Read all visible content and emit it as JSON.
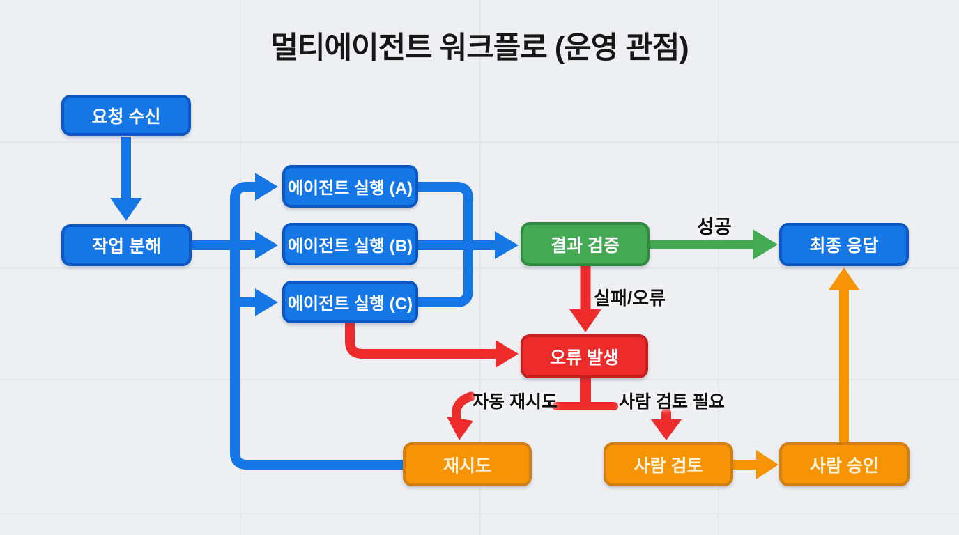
{
  "title": "멀티에이전트 워크플로 (운영 관점)",
  "nodes": {
    "request": {
      "label": "요청 수신",
      "color": "#1577e6"
    },
    "decompose": {
      "label": "작업 분해",
      "color": "#1577e6"
    },
    "agent_a": {
      "label": "에이전트 실행 (A)",
      "color": "#1577e6"
    },
    "agent_b": {
      "label": "에이전트 실행 (B)",
      "color": "#1577e6"
    },
    "agent_c": {
      "label": "에이전트 실행 (C)",
      "color": "#1577e6"
    },
    "validate": {
      "label": "결과 검증",
      "color": "#43a952"
    },
    "final": {
      "label": "최종 응답",
      "color": "#1577e6"
    },
    "error": {
      "label": "오류 발생",
      "color": "#ee2b2b"
    },
    "retry": {
      "label": "재시도",
      "color": "#f79405"
    },
    "review": {
      "label": "사람 검토",
      "color": "#f79405"
    },
    "approve": {
      "label": "사람 승인",
      "color": "#f79405"
    }
  },
  "edge_labels": {
    "success": "성공",
    "fail": "실패/오류",
    "auto_retry": "자동 재시도",
    "human_review": "사람 검토 필요"
  },
  "edges": [
    {
      "from": "요청 수신",
      "to": "작업 분해",
      "color": "blue"
    },
    {
      "from": "작업 분해",
      "to": "에이전트 실행 (A)",
      "color": "blue"
    },
    {
      "from": "작업 분해",
      "to": "에이전트 실행 (B)",
      "color": "blue"
    },
    {
      "from": "작업 분해",
      "to": "에이전트 실행 (C)",
      "color": "blue"
    },
    {
      "from": "에이전트 실행 (A)",
      "to": "결과 검증",
      "color": "blue"
    },
    {
      "from": "에이전트 실행 (B)",
      "to": "결과 검증",
      "color": "blue"
    },
    {
      "from": "에이전트 실행 (C)",
      "to": "결과 검증",
      "color": "blue"
    },
    {
      "from": "에이전트 실행 (C)",
      "to": "오류 발생",
      "color": "red"
    },
    {
      "from": "결과 검증",
      "to": "최종 응답",
      "label": "성공",
      "color": "green"
    },
    {
      "from": "결과 검증",
      "to": "오류 발생",
      "label": "실패/오류",
      "color": "red"
    },
    {
      "from": "오류 발생",
      "to": "재시도",
      "label": "자동 재시도",
      "color": "red"
    },
    {
      "from": "오류 발생",
      "to": "사람 검토",
      "label": "사람 검토 필요",
      "color": "red"
    },
    {
      "from": "재시도",
      "to": "작업 분해 분기",
      "color": "blue"
    },
    {
      "from": "사람 검토",
      "to": "사람 승인",
      "color": "orange"
    },
    {
      "from": "사람 승인",
      "to": "최종 응답",
      "color": "orange"
    }
  ],
  "colors": {
    "blue": "#1577e6",
    "blue_border": "#0b58c4",
    "green": "#43a952",
    "green_border": "#2f8c3f",
    "red": "#ee2b2b",
    "red_border": "#c51e1e",
    "orange": "#f79405",
    "orange_border": "#d07f10",
    "background": "#edeff2",
    "label_text": "#101010"
  }
}
